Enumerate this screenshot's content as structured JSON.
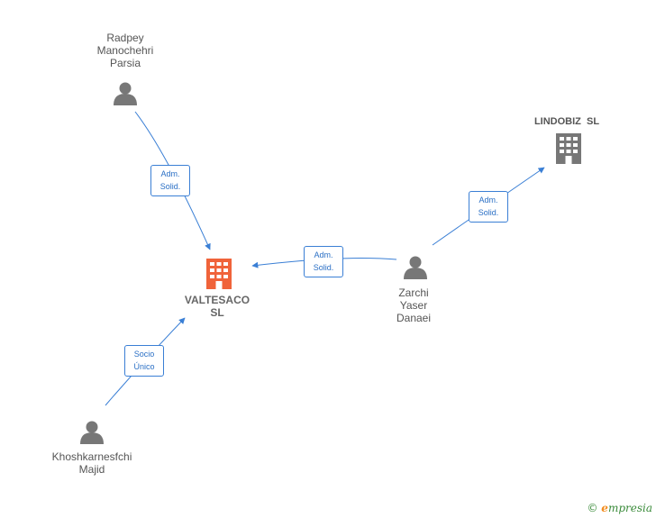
{
  "nodes": {
    "radpey": {
      "lines": [
        "Radpey",
        "Manochehri",
        "Parsia"
      ],
      "type": "person"
    },
    "valtesaco": {
      "lines": [
        "VALTESACO",
        "SL"
      ],
      "type": "company-main"
    },
    "lindobiz": {
      "lines": [
        "LINDOBIZ  SL"
      ],
      "type": "company"
    },
    "zarchi": {
      "lines": [
        "Zarchi",
        "Yaser",
        "Danaei"
      ],
      "type": "person"
    },
    "khoshkarnesfchi": {
      "lines": [
        "Khoshkarnesfchi",
        "Majid"
      ],
      "type": "person"
    }
  },
  "edges": {
    "radpey_valtesaco": {
      "lines": [
        "Adm.",
        "Solid."
      ]
    },
    "zarchi_valtesaco": {
      "lines": [
        "Adm.",
        "Solid."
      ]
    },
    "zarchi_lindobiz": {
      "lines": [
        "Adm.",
        "Solid."
      ]
    },
    "khosh_valtesaco": {
      "lines": [
        "Socio",
        "Único"
      ]
    }
  },
  "footer": {
    "copyright": "©",
    "brand_initial": "e",
    "brand_rest": "mpresia"
  },
  "colors": {
    "edge": "#3a7fd5",
    "person_icon": "#777777",
    "company_main": "#f0633a",
    "company": "#777777"
  }
}
